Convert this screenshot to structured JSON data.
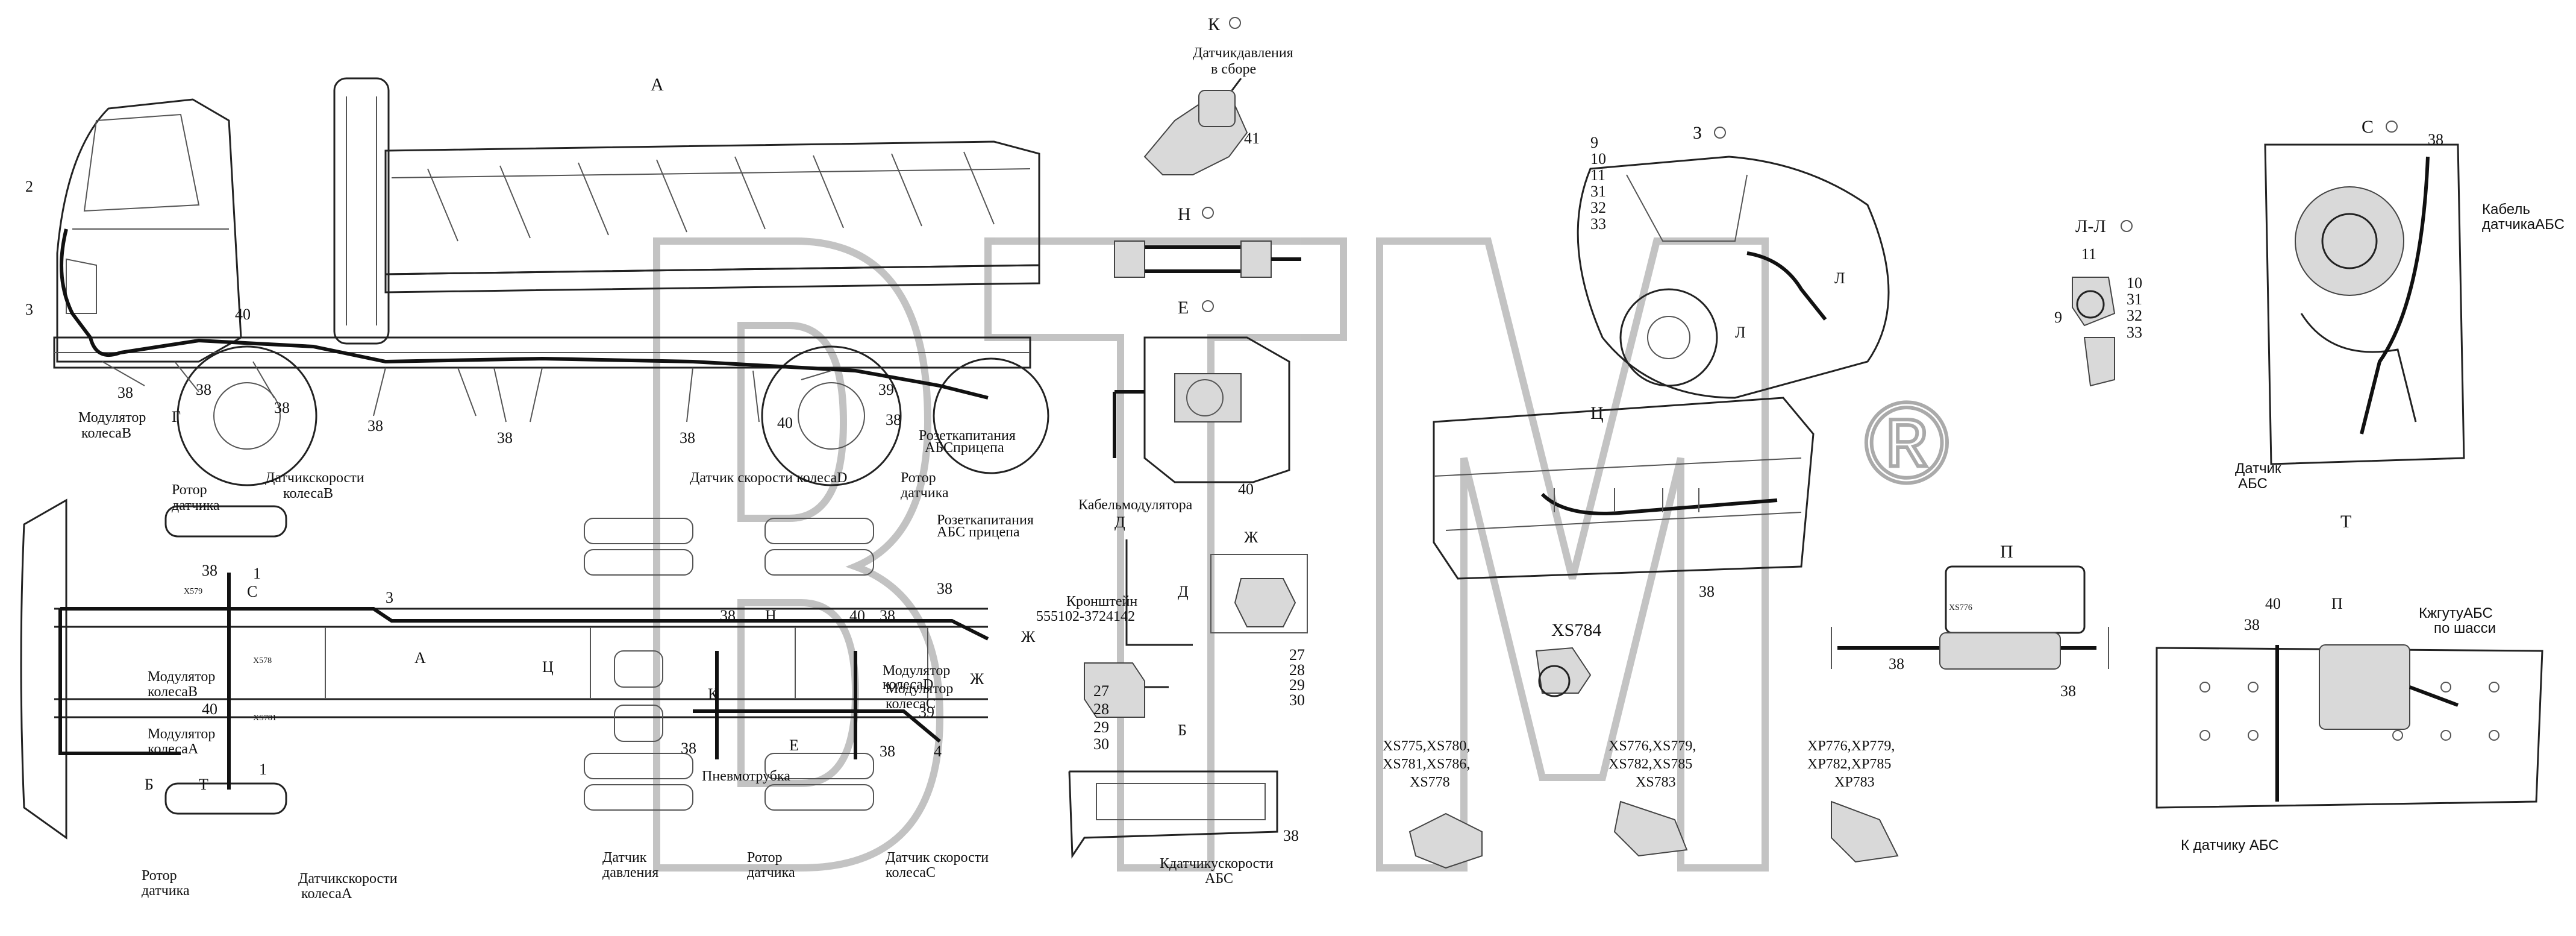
{
  "views": {
    "A": "А",
    "K": "К",
    "N": "Н",
    "E": "Е",
    "Z": "З",
    "LL": "Л-Л",
    "S": "С",
    "TS": "Ц",
    "P": "П",
    "T": "Т",
    "ZH": "Ж",
    "B": "Б",
    "D": "Д"
  },
  "labels": {
    "pressure_sensor_assy": [
      "Датчикдавления",
      "в сборе"
    ],
    "modulator_wheel_b": [
      "Модулятор",
      "колесаВ"
    ],
    "rotor_sensor": [
      "Ротор",
      "датчика"
    ],
    "speed_sensor_b": [
      "Датчикскорости",
      "колесаВ"
    ],
    "speed_sensor_d": "Датчик скорости колесаD",
    "rotor_sensor_2": [
      "Ротор",
      "датчика"
    ],
    "abs_socket_trailer": [
      "Розеткапитания",
      "АБСприцепа"
    ],
    "cable_modulator": "Кабельмодулятора",
    "bracket": [
      "Кронштейн",
      "555102-3724142"
    ],
    "modulator_b_plan": [
      "Модулятор",
      "колесаВ"
    ],
    "modulator_a_plan": [
      "Модулятор",
      "колесаА"
    ],
    "rotor_sensor_plan": [
      "Ротор",
      "датчика"
    ],
    "speed_sensor_a": [
      "Датчикскорости",
      "колесаА"
    ],
    "pneumo_tube": "Пневмотрубка",
    "pressure_sensor": [
      "Датчик",
      "давления"
    ],
    "rotor_sensor_3": [
      "Ротор",
      "датчика"
    ],
    "speed_sensor_c": [
      "Датчик скорости",
      "колесаС"
    ],
    "modulator_d": [
      "Модулятор",
      "колесаD"
    ],
    "modulator_c": [
      "Модулятор",
      "колесаС"
    ],
    "abs_socket_trailer_2": [
      "Розеткапитания",
      "АБС прицепа"
    ],
    "to_abs_speed_sensor": [
      "Кдатчикускорости",
      "АБС"
    ],
    "xs784": "XS784",
    "xs_group1": [
      "XS775,XS780,",
      "XS781,XS786,",
      "XS778"
    ],
    "xs_group2": [
      "XS776,XS779,",
      "XS782,XS785",
      "XS783"
    ],
    "xp_group": [
      "XP776,XP779,",
      "XP782,XP785",
      "XP783"
    ],
    "abs_sensor_cable": [
      "Кабель",
      "датчикаАБС"
    ],
    "abs_sensor": [
      "Датчик",
      "АБС"
    ],
    "to_harness_abs": [
      "КжгутуАБС",
      "по шасси"
    ],
    "to_abs_sensor": "К датчику АБС",
    "trademark": "®"
  },
  "callouts": {
    "n2": "2",
    "n3": "3",
    "n38": "38",
    "n40": "40",
    "n39": "39",
    "n41": "41",
    "n1": "1",
    "n4": "4",
    "n9": "9",
    "n10": "10",
    "n11": "11",
    "n31": "31",
    "n32": "32",
    "n33": "33",
    "n27": "27",
    "n28": "28",
    "n29": "29",
    "n30": "30",
    "g": "Г",
    "ts_arrow": "Ц",
    "a_arrow": "А",
    "c_arrow": "С",
    "b_arrow": "Б",
    "t_arrow": "Т",
    "d_arrow": "Д",
    "zh_arrow": "Ж",
    "l_arrow": "Л",
    "p_arrow": "П"
  },
  "connector_tags": {
    "x579": "X579",
    "xs781": "XS781",
    "x578": "X578",
    "xs776": "XS776"
  },
  "watermark": "BTM"
}
